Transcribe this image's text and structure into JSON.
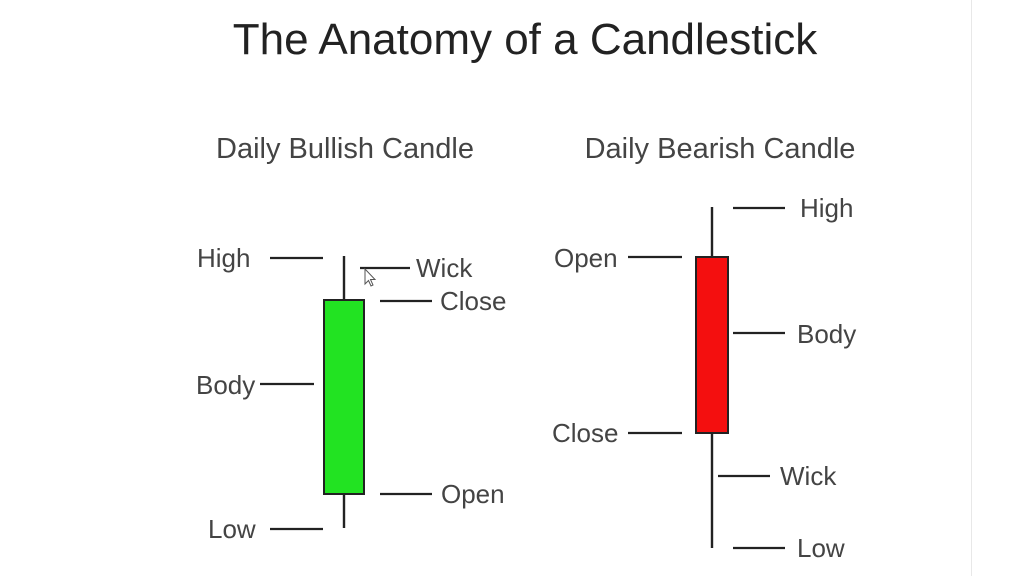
{
  "title": "The Anatomy of a Candlestick",
  "bullish": {
    "heading": "Daily Bullish Candle",
    "color": "#22e322",
    "labels": {
      "high": "High",
      "wick": "Wick",
      "close": "Close",
      "body": "Body",
      "open": "Open",
      "low": "Low"
    }
  },
  "bearish": {
    "heading": "Daily Bearish Candle",
    "color": "#f40f0f",
    "labels": {
      "high": "High",
      "open": "Open",
      "body": "Body",
      "close": "Close",
      "wick": "Wick",
      "low": "Low"
    }
  },
  "icons": {
    "cursor": "mouse-pointer-icon"
  }
}
